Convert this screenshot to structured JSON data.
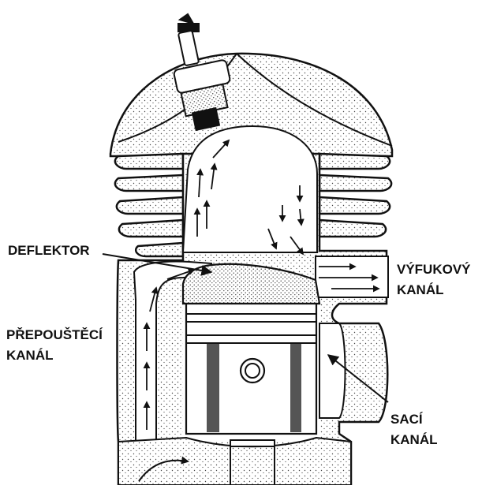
{
  "labels": {
    "deflektor": "DEFLEKTOR",
    "vyfukovy_line1": "VÝFUKOVÝ",
    "vyfukovy_line2": "KANÁL",
    "prepoustec_line1": "PŘEPOUŠTĚCÍ",
    "prepoustec_line2": "KANÁL",
    "saci_line1": "SACÍ",
    "saci_line2": "KANÁL"
  },
  "colors": {
    "line": "#111111",
    "stipple": "#444444",
    "piston_band": "#2a2a2a",
    "background": "#ffffff"
  },
  "icons": {
    "spark_plug": "spark-plug-icon",
    "flow_arrow": "arrow-icon"
  }
}
